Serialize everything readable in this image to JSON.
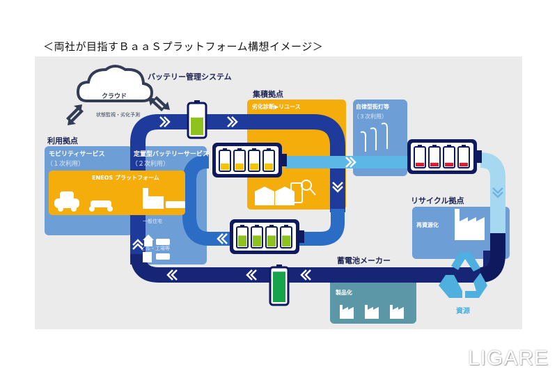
{
  "title": "＜両社が目指すＢａａＳプラットフォーム構想イメージ＞",
  "cloud": {
    "label": "クラウド",
    "caption": "状態監視・劣化予測",
    "system_label": "バッテリー管理システム"
  },
  "usage_base": {
    "heading": "利用拠点",
    "mobility": {
      "label": "モビリティサービス",
      "sub": "（１次利用）"
    },
    "stationary": {
      "label": "定置型バッテリーサービス",
      "sub": "（２次利用）",
      "home": "一般住宅",
      "building": "ビル・工場等"
    }
  },
  "platform": {
    "label": "ENEOS プラットフォーム"
  },
  "collection_base": {
    "heading": "集積拠点",
    "label": "劣化診断▶リユース"
  },
  "streetlight": {
    "label": "自律型街灯等",
    "sub": "（３次利用）"
  },
  "recycle_base": {
    "heading": "リサイクル拠点",
    "label": "再資源化"
  },
  "battery_maker": {
    "heading": "蓄電池メーカー",
    "label": "製品化"
  },
  "resource": {
    "label": "資源"
  },
  "batteries": {
    "top_single": {
      "charge": 0.6,
      "color": "#8dc21f"
    },
    "bottom_single": {
      "charge": 0.95,
      "color": "#16a34a"
    },
    "reuse_pack": {
      "charge": 0.35,
      "color": "#f5c400",
      "cells": 4
    },
    "second_pack": {
      "charge": 0.6,
      "color": "#8dc21f",
      "cells": 4
    },
    "recycle_pack": {
      "charge": 0.2,
      "color": "#d81e2c",
      "cells": 4
    }
  },
  "colors": {
    "navy": "#1a2f8f",
    "dark_navy": "#0f1a5e",
    "mid_blue": "#2b6cc4",
    "light_blue": "#5cb6e6",
    "pale_blue": "#a6d8f2",
    "orange": "#f4ad0b",
    "steel_blue": "#6e9ed6",
    "teal": "#5b97a6"
  },
  "watermark": "LIGARE"
}
